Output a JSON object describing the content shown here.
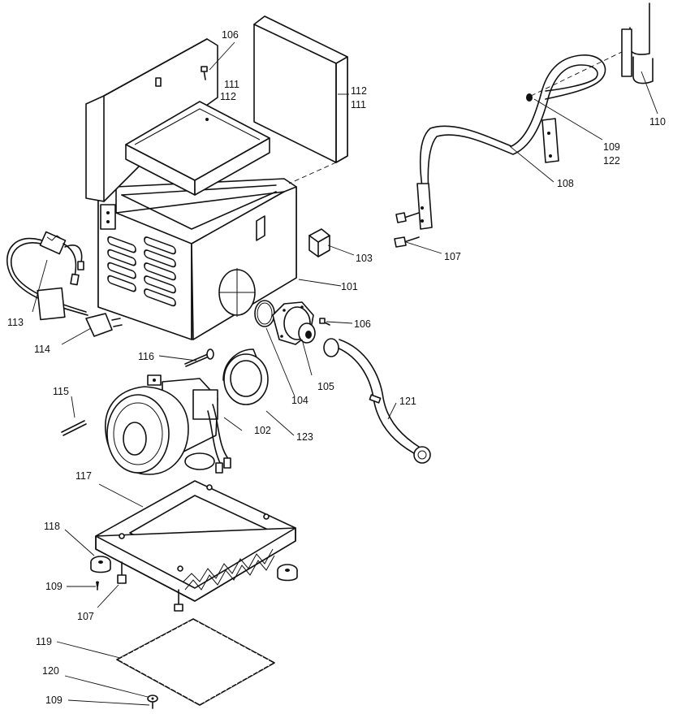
{
  "callouts": {
    "c101": "101",
    "c102": "102",
    "c103": "103",
    "c104": "104",
    "c105": "105",
    "c106a": "106",
    "c106b": "106",
    "c107a": "107",
    "c107b": "107",
    "c108": "108",
    "c109a": "109",
    "c109b": "109",
    "c109c": "109",
    "c110": "110",
    "c111a": "111",
    "c111b": "111",
    "c112a": "112",
    "c112b": "112",
    "c113": "113",
    "c114": "114",
    "c115": "115",
    "c116": "116",
    "c117": "117",
    "c118": "118",
    "c119": "119",
    "c120": "120",
    "c121": "121",
    "c122": "122",
    "c123": "123"
  }
}
